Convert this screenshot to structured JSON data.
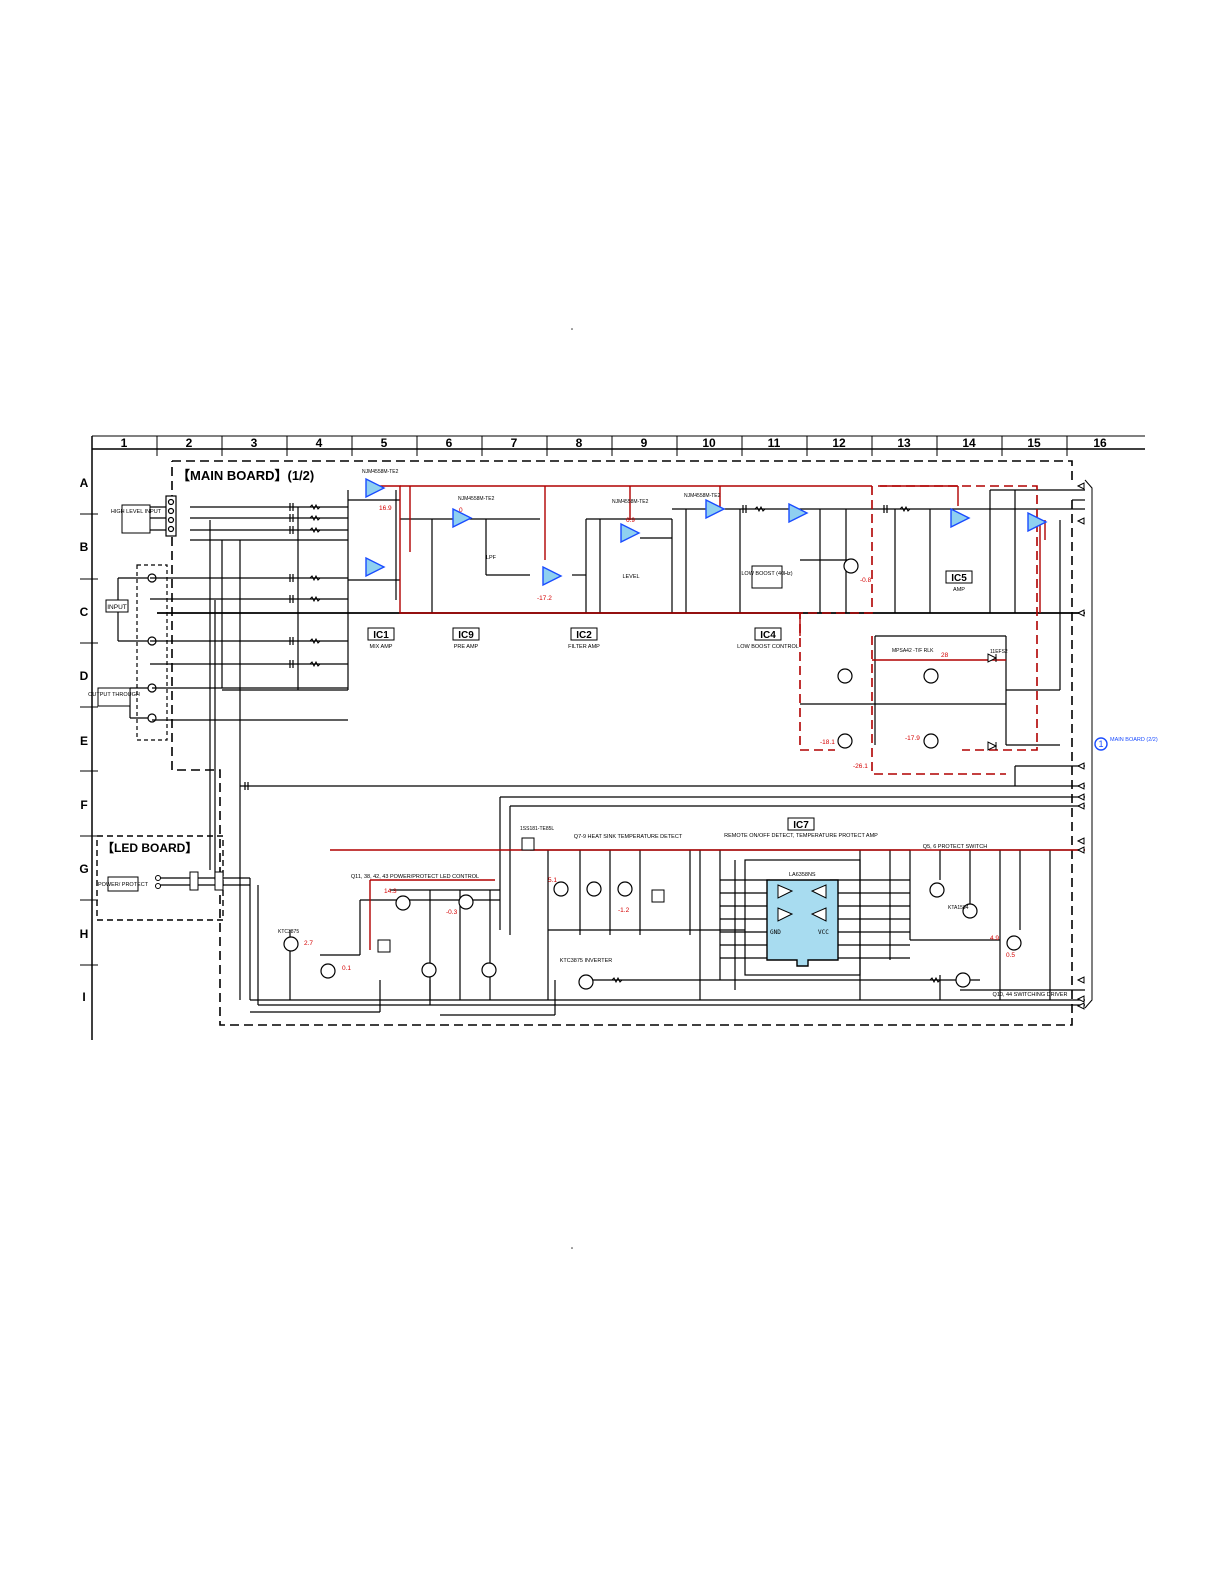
{
  "colors": {
    "ink": "#000000",
    "red_trace": "#b00000",
    "voltage": "#d40000",
    "opamp_fill": "#8fd0f0",
    "opamp_stroke": "#1a4cff",
    "ic7_fill": "#a8dcf0",
    "link_blue": "#1a4cff"
  },
  "grid": {
    "columns": [
      "1",
      "2",
      "3",
      "4",
      "5",
      "6",
      "7",
      "8",
      "9",
      "10",
      "11",
      "12",
      "13",
      "14",
      "15",
      "16"
    ],
    "rows": [
      "A",
      "B",
      "C",
      "D",
      "E",
      "F",
      "G",
      "H",
      "I"
    ]
  },
  "boards": {
    "main": "【MAIN BOARD】(1/2)",
    "led": "【LED BOARD】",
    "link_number": "1",
    "link_label": "MAIN BOARD (2/2)"
  },
  "io": {
    "high_level_input": "HIGH LEVEL INPUT",
    "input": "INPUT",
    "output_through": "OUTPUT THROUGH",
    "power_protect": "POWER/ PROTECT"
  },
  "blocks": [
    {
      "ic": "IC1",
      "desc": "MIX AMP"
    },
    {
      "ic": "IC9",
      "desc": "PRE AMP"
    },
    {
      "ic": "IC2",
      "desc": "FILTER AMP"
    },
    {
      "ic": "IC4",
      "desc": "LOW BOOST CONTROL"
    },
    {
      "ic": "IC5",
      "desc": "AMP"
    },
    {
      "ic": "IC7",
      "desc": "REMOTE ON/OFF DETECT, TEMPERATURE PROTECT AMP"
    }
  ],
  "functions": {
    "heat_sink": "Q7-9 HEAT SINK TEMPERATURE DETECT",
    "power_led": "Q11, 38, 42, 43 POWER/PROTECT LED CONTROL",
    "protect_switch": "Q5, 6 PROTECT SWITCH",
    "switching_driver": "Q10, 44 SWITCHING DRIVER",
    "inverter": "KTC3875 INVERTER",
    "low_boost": "LOW BOOST (40Hz)",
    "level": "LEVEL",
    "lpf": "LPF"
  },
  "parts": {
    "opamp": "NJM4558M-TE2",
    "ic7": "LA6358NS",
    "tr_ktc3875": "KTC3875",
    "tr_kta1504": "KTA1504",
    "tr_mps": "MPSA42 -T/F RLK",
    "diode": "1SS181-TE85L",
    "zener": "11EFS2"
  },
  "voltages_red": [
    "16.9",
    "-17.2",
    "0",
    "5.1",
    "4.9",
    "14.3",
    "-0.3",
    "0.1",
    "-1.2",
    "-26.1",
    "28",
    "-17.9",
    "-18.1",
    "-0.8",
    "2.7",
    "0.5",
    "6.9"
  ]
}
